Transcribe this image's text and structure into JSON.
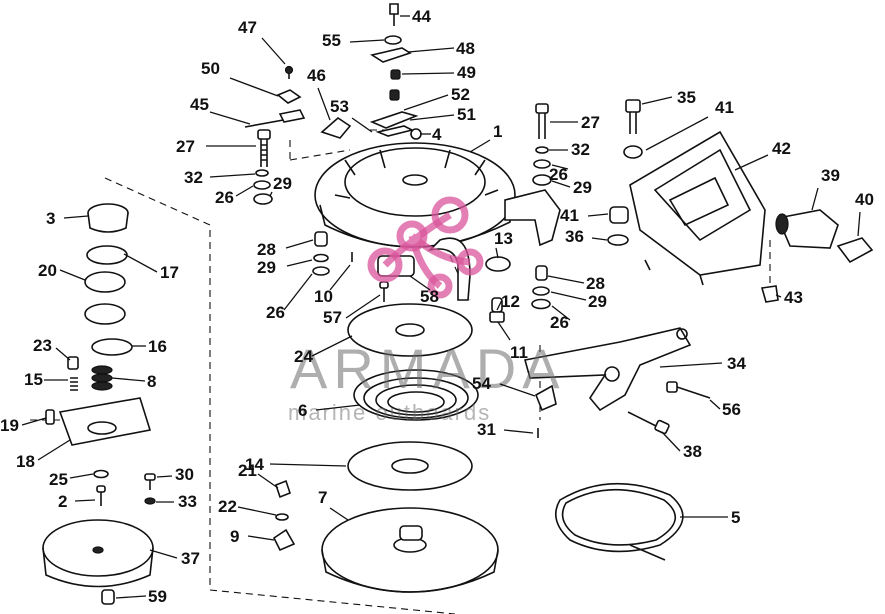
{
  "diagram": {
    "callouts": [
      "1",
      "2",
      "3",
      "4",
      "5",
      "6",
      "7",
      "8",
      "9",
      "10",
      "11",
      "12",
      "13",
      "14",
      "15",
      "16",
      "17",
      "18",
      "19",
      "20",
      "21",
      "22",
      "23",
      "24",
      "25",
      "26",
      "26",
      "26",
      "26",
      "27",
      "27",
      "28",
      "28",
      "29",
      "29",
      "29",
      "29",
      "30",
      "31",
      "32",
      "32",
      "33",
      "34",
      "35",
      "36",
      "37",
      "38",
      "39",
      "40",
      "41",
      "41",
      "42",
      "43",
      "44",
      "45",
      "46",
      "47",
      "48",
      "49",
      "50",
      "51",
      "52",
      "53",
      "54",
      "55",
      "56",
      "57",
      "58",
      "59"
    ]
  },
  "watermark": {
    "brand": "ARMADA",
    "tagline": "marine outboards",
    "logo_color": "#d9549c",
    "text_color": "#6b6b6b"
  }
}
